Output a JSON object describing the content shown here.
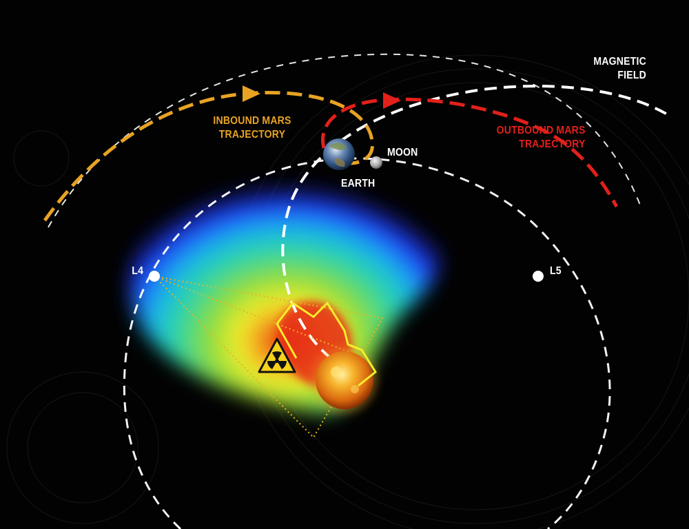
{
  "labels": {
    "magnetic_field": [
      "MAGNETIC",
      "FIELD"
    ],
    "inbound": [
      "INBOUND MARS",
      "TRAJECTORY"
    ],
    "outbound": [
      "OUTBOUND MARS",
      "TRAJECTORY"
    ],
    "moon": "MOON",
    "earth": "EARTH",
    "l4": "L4",
    "l5": "L5"
  },
  "colors": {
    "background": "#000000",
    "inbound": "#e8a323",
    "outbound": "#e3201b",
    "orbit": "#ffffff",
    "sector": "#e8b424",
    "sun_core": "#f5a623",
    "cme_blue": "#1f3cff",
    "cme_cyan": "#18d2d0",
    "cme_green": "#8fdc3c",
    "cme_yellow": "#f6ee2a",
    "cme_red": "#e62a12"
  },
  "icons": {
    "radiation": "radiation-warning-icon",
    "sun": "sun-icon",
    "earth": "earth-icon",
    "moon": "moon-icon"
  }
}
